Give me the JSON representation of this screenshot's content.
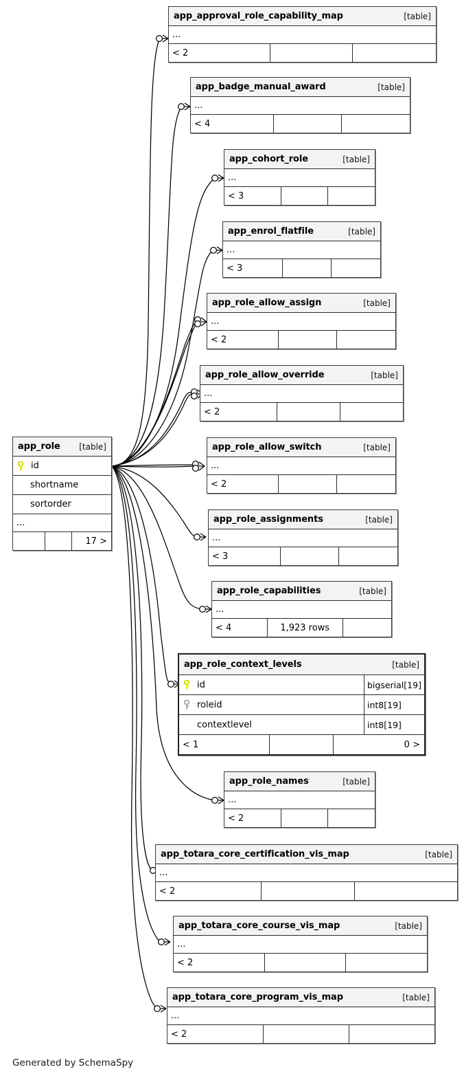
{
  "diagram": {
    "generator_text": "Generated by SchemaSpy",
    "table_tag": "[table]",
    "ellipsis": "...",
    "pk_icon": "yellow-key-icon",
    "fk_icon": "gray-key-icon",
    "colors": {
      "header_fill": "#f3f3f3",
      "border": "#2b2b2b",
      "pk_key": "#e3e300",
      "fk_key": "#a9a9a9",
      "background": "#ffffff"
    }
  },
  "root_table": {
    "name": "app_role",
    "tag": "[table]",
    "columns": [
      {
        "key": "pk",
        "name": "id"
      },
      {
        "key": "none",
        "name": "shortname"
      },
      {
        "key": "none",
        "name": "sortorder"
      }
    ],
    "ellipsis": "...",
    "footer": {
      "left": "",
      "mid": "",
      "right": "17 >"
    }
  },
  "tables": [
    {
      "name": "app_approval_role_capability_map",
      "tag": "[table]",
      "ellipsis": "...",
      "footer": {
        "left": "< 2",
        "mid": "",
        "right": ""
      }
    },
    {
      "name": "app_badge_manual_award",
      "tag": "[table]",
      "ellipsis": "...",
      "footer": {
        "left": "< 4",
        "mid": "",
        "right": ""
      }
    },
    {
      "name": "app_cohort_role",
      "tag": "[table]",
      "ellipsis": "...",
      "footer": {
        "left": "< 3",
        "mid": "",
        "right": ""
      }
    },
    {
      "name": "app_enrol_flatfile",
      "tag": "[table]",
      "ellipsis": "...",
      "footer": {
        "left": "< 3",
        "mid": "",
        "right": ""
      }
    },
    {
      "name": "app_role_allow_assign",
      "tag": "[table]",
      "ellipsis": "...",
      "footer": {
        "left": "< 2",
        "mid": "",
        "right": ""
      }
    },
    {
      "name": "app_role_allow_override",
      "tag": "[table]",
      "ellipsis": "...",
      "footer": {
        "left": "< 2",
        "mid": "",
        "right": ""
      }
    },
    {
      "name": "app_role_allow_switch",
      "tag": "[table]",
      "ellipsis": "...",
      "footer": {
        "left": "< 2",
        "mid": "",
        "right": ""
      }
    },
    {
      "name": "app_role_assignments",
      "tag": "[table]",
      "ellipsis": "...",
      "footer": {
        "left": "< 3",
        "mid": "",
        "right": ""
      }
    },
    {
      "name": "app_role_capabilities",
      "tag": "[table]",
      "ellipsis": "...",
      "footer": {
        "left": "< 4",
        "mid": "1,923 rows",
        "right": ""
      }
    },
    {
      "name": "app_role_names",
      "tag": "[table]",
      "ellipsis": "...",
      "footer": {
        "left": "< 2",
        "mid": "",
        "right": ""
      }
    },
    {
      "name": "app_totara_core_certification_vis_map",
      "tag": "[table]",
      "ellipsis": "...",
      "footer": {
        "left": "< 2",
        "mid": "",
        "right": ""
      }
    },
    {
      "name": "app_totara_core_course_vis_map",
      "tag": "[table]",
      "ellipsis": "...",
      "footer": {
        "left": "< 2",
        "mid": "",
        "right": ""
      }
    },
    {
      "name": "app_totara_core_program_vis_map",
      "tag": "[table]",
      "ellipsis": "...",
      "footer": {
        "left": "< 2",
        "mid": "",
        "right": ""
      }
    }
  ],
  "detail_table": {
    "name": "app_role_context_levels",
    "tag": "[table]",
    "columns": [
      {
        "key": "pk",
        "name": "id",
        "type": "bigserial[19]"
      },
      {
        "key": "fk",
        "name": "roleid",
        "type": "int8[19]"
      },
      {
        "key": "none",
        "name": "contextlevel",
        "type": "int8[19]"
      }
    ],
    "footer": {
      "left": "< 1",
      "mid": "",
      "right": "0 >"
    }
  }
}
